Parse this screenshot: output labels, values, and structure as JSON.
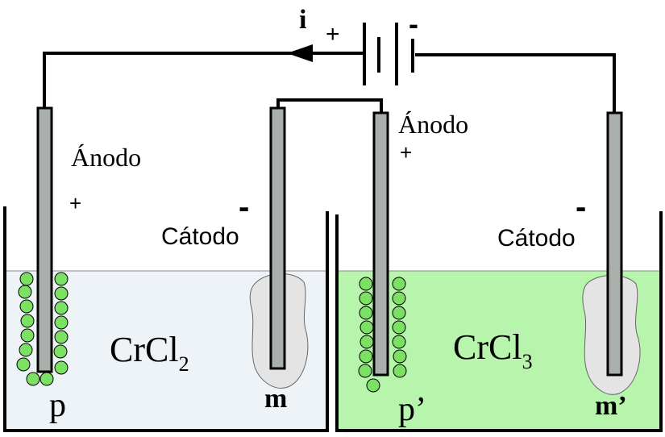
{
  "circuit": {
    "current_label": "i",
    "battery_positive": "+",
    "battery_negative": "-"
  },
  "cell_left": {
    "electrolyte_main": "CrCl",
    "electrolyte_sub": "2",
    "electrolyte_color": "#eef3f8",
    "anode_label": "Ánodo",
    "anode_sign": "+",
    "cathode_label": "Cátodo",
    "cathode_sign": "-",
    "anode_electrode_label": "p",
    "cathode_electrode_label": "m"
  },
  "cell_right": {
    "electrolyte_main": "CrCl",
    "electrolyte_sub": "3",
    "electrolyte_color": "#b6f5ab",
    "anode_label": "Ánodo",
    "anode_sign": "+",
    "cathode_label": "Cátodo",
    "cathode_sign": "-",
    "anode_electrode_label": "p’",
    "cathode_electrode_label": "m’"
  },
  "colors": {
    "electrode": "#a9b0ab",
    "bubbles": "#7be063",
    "deposit": "#e4e4e4"
  }
}
